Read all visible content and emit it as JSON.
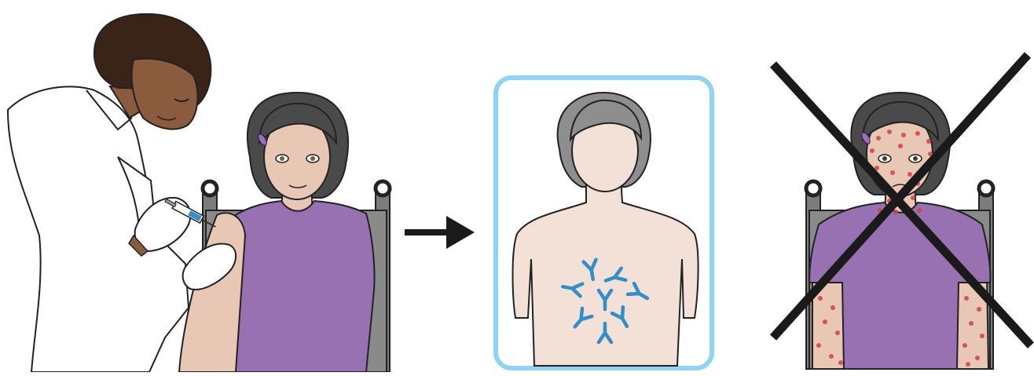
{
  "panels": {
    "vaccination": "nurse-vaccinating-girl",
    "immunity": "antibodies-in-body",
    "prevented": "sick-girl-crossed-out"
  },
  "colors": {
    "shirt": "#9871B2",
    "skin_girl": "#E9C7B5",
    "skin_nurse": "#8A5B3C",
    "hair_dark": "#4A4A4A",
    "hair_nurse": "#3A2418",
    "chair": "#7C7C7C",
    "antibody": "#2E8FC9",
    "immunity_border": "#8FD3F5",
    "immunity_body": "#F3E1D8",
    "immunity_hair": "#8E8E8E",
    "rash": "#D63C4B",
    "cross": "#1A1A1A",
    "arrow": "#1A1A1A"
  }
}
